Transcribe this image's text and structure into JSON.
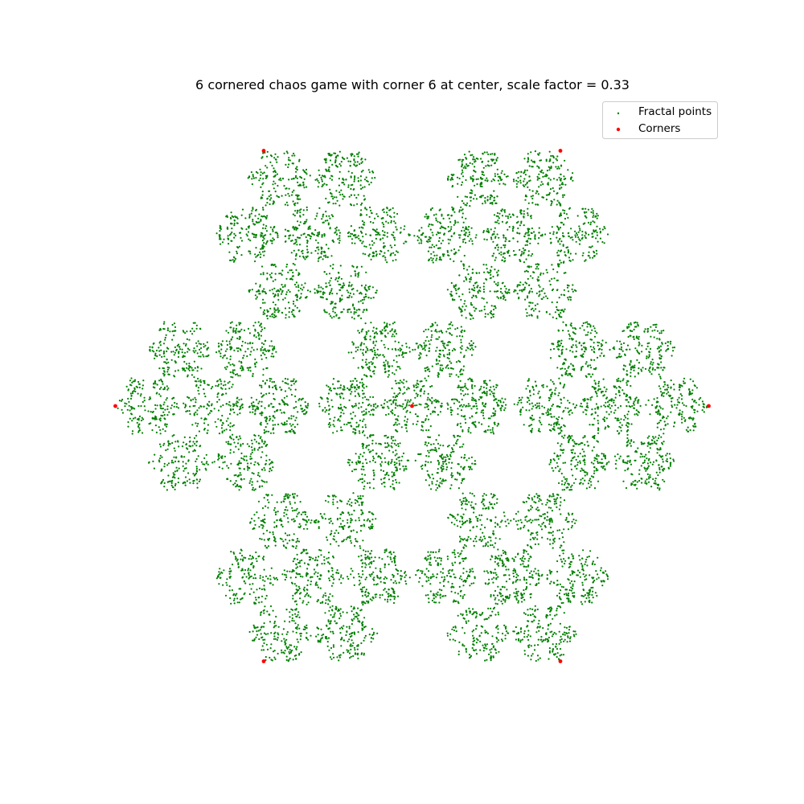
{
  "chart_data": {
    "type": "scatter",
    "title": "6 cornered chaos game with corner 6 at center, scale factor = 0.33",
    "xlabel": "",
    "ylabel": "",
    "axis_visible": false,
    "grid": false,
    "legend_position": "top-right",
    "xlim": [
      -1.05,
      1.05
    ],
    "ylim": [
      -1.05,
      1.05
    ],
    "method": {
      "corner_count": 6,
      "center_corner": 6,
      "scale_factor": 0.33
    },
    "series": [
      {
        "name": "Fractal points",
        "color": "#008000",
        "marker": "point"
      },
      {
        "name": "Corners",
        "color": "#ff0000",
        "marker": "dot",
        "points": [
          {
            "x": 1.0,
            "y": 0.0
          },
          {
            "x": 0.5,
            "y": 0.866
          },
          {
            "x": -0.5,
            "y": 0.866
          },
          {
            "x": -1.0,
            "y": 0.0
          },
          {
            "x": -0.5,
            "y": -0.866
          },
          {
            "x": 0.5,
            "y": -0.866
          },
          {
            "x": 0.0,
            "y": 0.0
          }
        ]
      }
    ]
  }
}
